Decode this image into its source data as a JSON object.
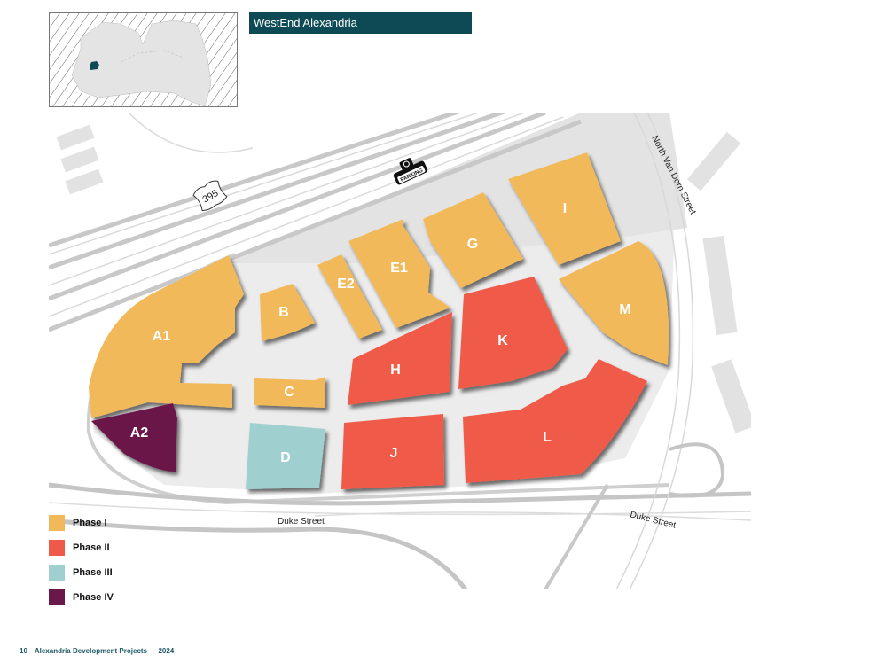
{
  "header": {
    "title": "WestEnd Alexandria",
    "title_bg": "#0d4a55"
  },
  "minimap": {
    "highlight_color": "#0d4a55",
    "region_fill": "#e4e4e4"
  },
  "map": {
    "labels": {
      "highway_shield": "395",
      "parking": "PARKING",
      "street_north_van_dorn": "North Van Dorn Street",
      "street_duke_left": "Duke Street",
      "street_duke_right": "Duke Street"
    },
    "parcels": [
      {
        "id": "A1",
        "phase": "Phase I"
      },
      {
        "id": "A2",
        "phase": "Phase IV"
      },
      {
        "id": "B",
        "phase": "Phase I"
      },
      {
        "id": "C",
        "phase": "Phase I"
      },
      {
        "id": "D",
        "phase": "Phase III"
      },
      {
        "id": "E1",
        "phase": "Phase I"
      },
      {
        "id": "E2",
        "phase": "Phase I"
      },
      {
        "id": "G",
        "phase": "Phase I"
      },
      {
        "id": "H",
        "phase": "Phase II"
      },
      {
        "id": "I",
        "phase": "Phase I"
      },
      {
        "id": "J",
        "phase": "Phase II"
      },
      {
        "id": "K",
        "phase": "Phase II"
      },
      {
        "id": "L",
        "phase": "Phase II"
      },
      {
        "id": "M",
        "phase": "Phase I"
      }
    ]
  },
  "legend": {
    "items": [
      {
        "label": "Phase I",
        "color": "#f2b95a"
      },
      {
        "label": "Phase II",
        "color": "#ef5a48"
      },
      {
        "label": "Phase III",
        "color": "#9fcfcf"
      },
      {
        "label": "Phase IV",
        "color": "#6a1849"
      }
    ]
  },
  "footer": {
    "page_number": "10",
    "text": "Alexandria Development Projects — 2024"
  }
}
